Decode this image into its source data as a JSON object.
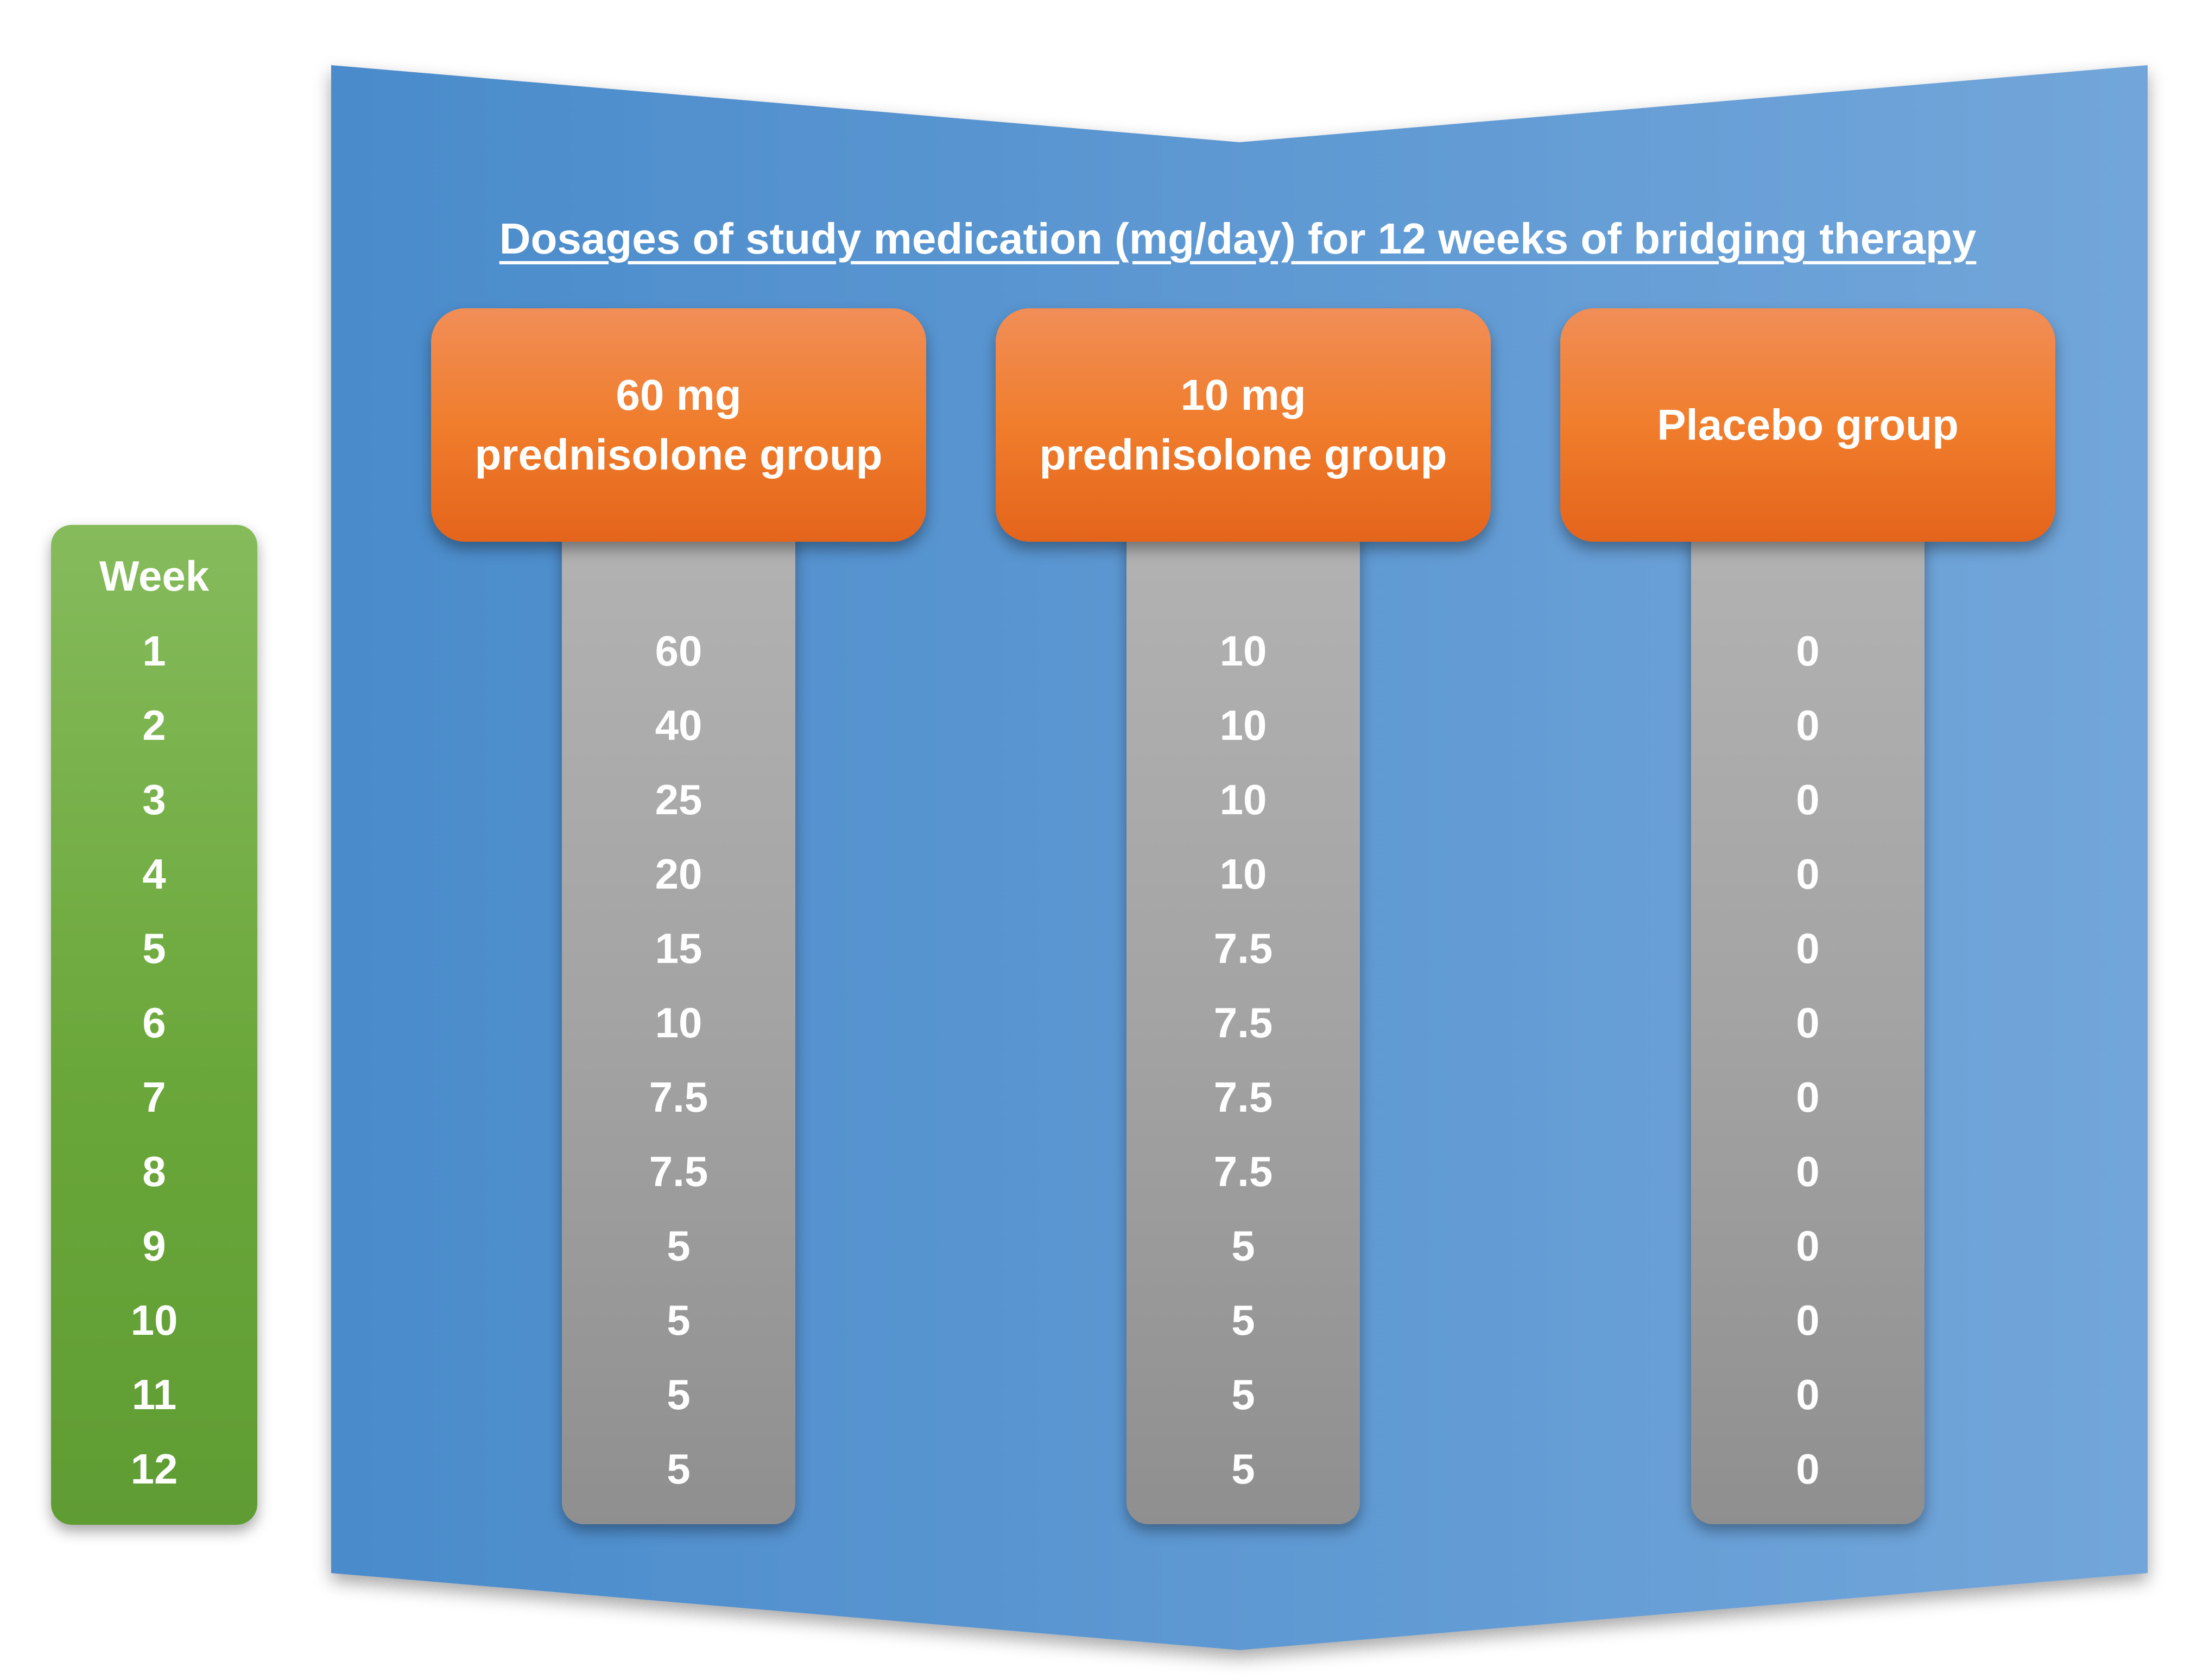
{
  "title": "Dosages of study medication (mg/day) for 12 weeks of bridging therapy",
  "colors": {
    "banner_left": "#4a8bcb",
    "banner_right": "#72a6da",
    "group_header": "#f07d2c",
    "dose_column": "#a3a3a3",
    "week_column": "#6aa73a",
    "text": "#ffffff"
  },
  "week_column": {
    "header": "Week",
    "weeks": [
      "1",
      "2",
      "3",
      "4",
      "5",
      "6",
      "7",
      "8",
      "9",
      "10",
      "11",
      "12"
    ]
  },
  "groups": [
    {
      "label_lines": [
        "60 mg",
        "prednisolone group"
      ],
      "doses": [
        "60",
        "40",
        "25",
        "20",
        "15",
        "10",
        "7.5",
        "7.5",
        "5",
        "5",
        "5",
        "5"
      ]
    },
    {
      "label_lines": [
        "10 mg",
        "prednisolone group"
      ],
      "doses": [
        "10",
        "10",
        "10",
        "10",
        "7.5",
        "7.5",
        "7.5",
        "7.5",
        "5",
        "5",
        "5",
        "5"
      ]
    },
    {
      "label_lines": [
        "Placebo group"
      ],
      "doses": [
        "0",
        "0",
        "0",
        "0",
        "0",
        "0",
        "0",
        "0",
        "0",
        "0",
        "0",
        "0"
      ]
    }
  ]
}
